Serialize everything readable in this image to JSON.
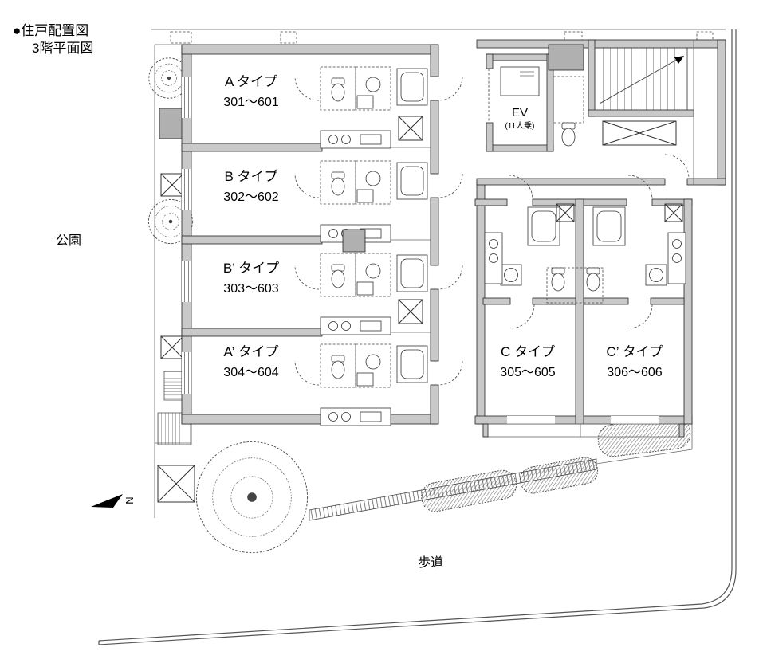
{
  "title": {
    "line1": "●住戸配置図",
    "line2": "3階平面図"
  },
  "labels": {
    "park": "公園",
    "sidewalk": "歩道",
    "north": "N"
  },
  "elevator": {
    "name": "EV",
    "capacity": "(11人乗)"
  },
  "units": [
    {
      "type": "A タイプ",
      "rooms": "301〜601"
    },
    {
      "type": "B タイプ",
      "rooms": "302〜602"
    },
    {
      "type": "B’ タイプ",
      "rooms": "303〜603"
    },
    {
      "type": "A’ タイプ",
      "rooms": "304〜604"
    },
    {
      "type": "C タイプ",
      "rooms": "305〜605"
    },
    {
      "type": "C’ タイプ",
      "rooms": "306〜606"
    }
  ]
}
